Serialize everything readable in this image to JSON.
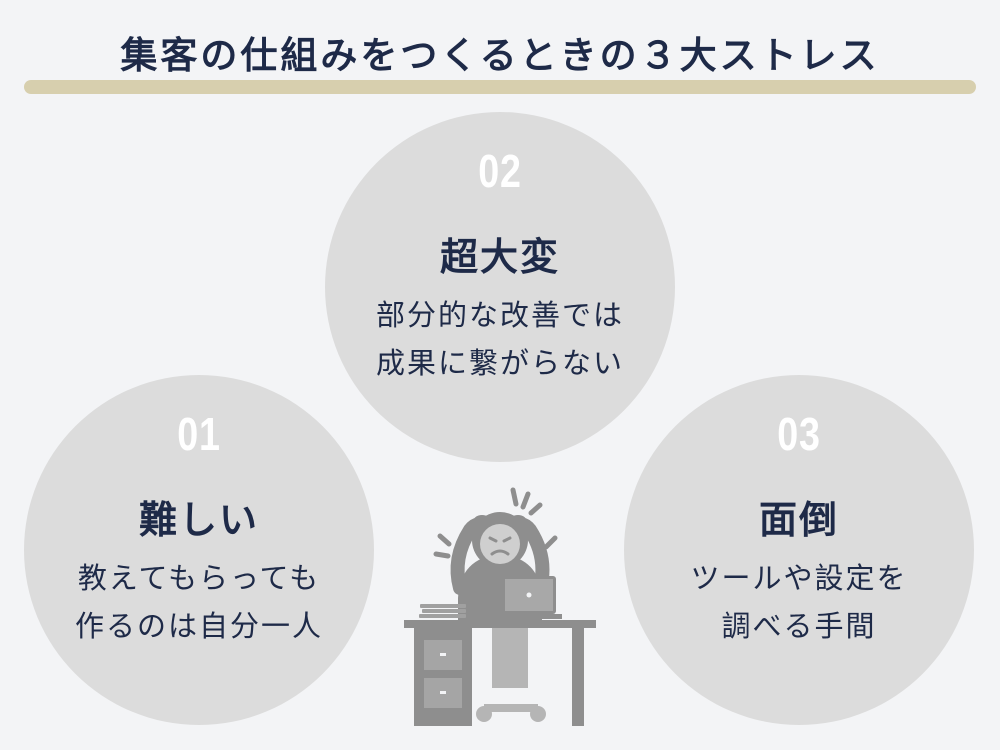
{
  "title": "集客の仕組みをつくるときの３大ストレス",
  "items": [
    {
      "number": "01",
      "heading": "難しい",
      "lines": [
        "教えてもらっても",
        "作るのは自分一人"
      ]
    },
    {
      "number": "02",
      "heading": "超大変",
      "lines": [
        "部分的な改善では",
        "成果に繋がらない"
      ]
    },
    {
      "number": "03",
      "heading": "面倒",
      "lines": [
        "ツールや設定を",
        "調べる手間"
      ]
    }
  ],
  "colors": {
    "accent_underline": "#d7cfae",
    "text": "#1e2a48",
    "circle": "#dcdcdc",
    "figure": "#8e8e8e"
  }
}
